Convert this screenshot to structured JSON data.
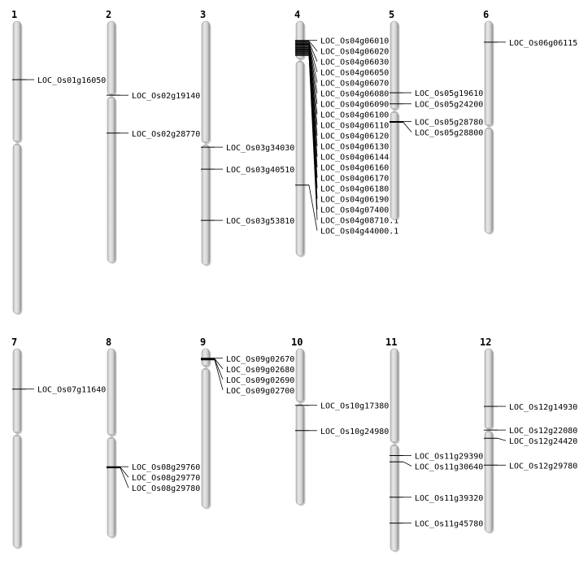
{
  "chromosomes": [
    {
      "label": "1",
      "genes": [
        {
          "name": "LOC_Os01g16050.1",
          "pos": 0.2
        }
      ]
    },
    {
      "label": "2",
      "genes": [
        {
          "name": "LOC_Os02g19140.1",
          "pos": 0.307
        },
        {
          "name": "LOC_Os02g28770.1",
          "pos": 0.464
        }
      ]
    },
    {
      "label": "3",
      "genes": [
        {
          "name": "LOC_Os03g34030.1",
          "pos": 0.517
        },
        {
          "name": "LOC_Os03g40510.1",
          "pos": 0.607
        },
        {
          "name": "LOC_Os03g53810.1",
          "pos": 0.817
        }
      ]
    },
    {
      "label": "4",
      "genes": [
        {
          "name": "LOC_Os04g06010.1",
          "pos": 0.082
        },
        {
          "name": "LOC_Os04g06020.1",
          "pos": 0.085
        },
        {
          "name": "LOC_Os04g06030.1",
          "pos": 0.089
        },
        {
          "name": "LOC_Os04g06050.1",
          "pos": 0.093
        },
        {
          "name": "LOC_Os04g06070.1",
          "pos": 0.097
        },
        {
          "name": "LOC_Os04g06080.1",
          "pos": 0.1
        },
        {
          "name": "LOC_Os04g06090.1",
          "pos": 0.104
        },
        {
          "name": "LOC_Os04g06100.1",
          "pos": 0.108
        },
        {
          "name": "LOC_Os04g06110.1",
          "pos": 0.112
        },
        {
          "name": "LOC_Os04g06120.1",
          "pos": 0.115
        },
        {
          "name": "LOC_Os04g06130.1",
          "pos": 0.119
        },
        {
          "name": "LOC_Os04g06144.1",
          "pos": 0.123
        },
        {
          "name": "LOC_Os04g06160.1",
          "pos": 0.127
        },
        {
          "name": "LOC_Os04g06170.1",
          "pos": 0.13
        },
        {
          "name": "LOC_Os04g06180.1",
          "pos": 0.134
        },
        {
          "name": "LOC_Os04g06190.1",
          "pos": 0.138
        },
        {
          "name": "LOC_Os04g07400.1",
          "pos": 0.142
        },
        {
          "name": "LOC_Os04g08710.1",
          "pos": 0.146
        },
        {
          "name": "LOC_Os04g44000.1",
          "pos": 0.698
        }
      ]
    },
    {
      "label": "5",
      "genes": [
        {
          "name": "LOC_Os05g19610.1",
          "pos": 0.361
        },
        {
          "name": "LOC_Os05g24200.1",
          "pos": 0.417
        },
        {
          "name": "LOC_Os05g28780.1",
          "pos": 0.506
        },
        {
          "name": "LOC_Os05g28800.1",
          "pos": 0.51
        }
      ]
    },
    {
      "label": "6",
      "genes": [
        {
          "name": "LOC_Os06g06115.1",
          "pos": 0.099
        }
      ]
    },
    {
      "label": "7",
      "genes": [
        {
          "name": "LOC_Os07g11640.1",
          "pos": 0.203
        }
      ]
    },
    {
      "label": "8",
      "genes": [
        {
          "name": "LOC_Os08g29760.1",
          "pos": 0.626
        },
        {
          "name": "LOC_Os08g29770.1",
          "pos": 0.629
        },
        {
          "name": "LOC_Os08g29780.1",
          "pos": 0.632
        }
      ]
    },
    {
      "label": "9",
      "genes": [
        {
          "name": "LOC_Os09g02670.1",
          "pos": 0.06
        },
        {
          "name": "LOC_Os09g02680.1",
          "pos": 0.063
        },
        {
          "name": "LOC_Os09g02690.1",
          "pos": 0.066
        },
        {
          "name": "LOC_Os09g02700.1",
          "pos": 0.07
        }
      ]
    },
    {
      "label": "10",
      "genes": [
        {
          "name": "LOC_Os10g17380.1",
          "pos": 0.363
        },
        {
          "name": "LOC_Os10g24980.1",
          "pos": 0.525
        }
      ]
    },
    {
      "label": "11",
      "genes": [
        {
          "name": "LOC_Os11g29390.1",
          "pos": 0.528
        },
        {
          "name": "LOC_Os11g30640.1",
          "pos": 0.559
        },
        {
          "name": "LOC_Os11g39320.1",
          "pos": 0.734
        },
        {
          "name": "LOC_Os11g45780.1",
          "pos": 0.862
        }
      ]
    },
    {
      "label": "12",
      "genes": [
        {
          "name": "LOC_Os12g14930.1",
          "pos": 0.314
        },
        {
          "name": "LOC_Os12g22080.1",
          "pos": 0.443
        },
        {
          "name": "LOC_Os12g24420.1",
          "pos": 0.488
        },
        {
          "name": "LOC_Os12g29780.1",
          "pos": 0.634
        }
      ]
    }
  ]
}
